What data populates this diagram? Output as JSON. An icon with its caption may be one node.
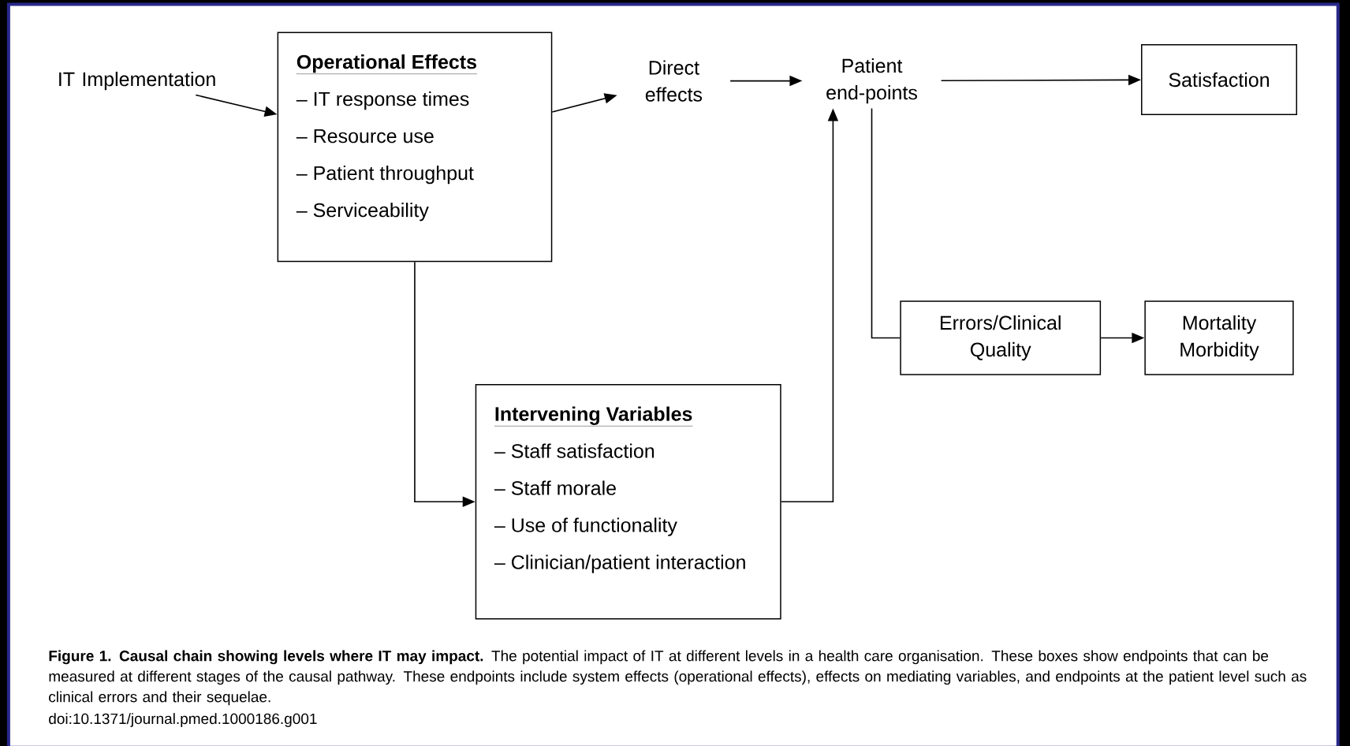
{
  "diagram": {
    "caption": "**Figure 1. Causal chain showing levels where IT may impact.** The potential impact of IT at different levels in a health care organisation. These boxes show endpoints that can be measured at different stages of the causal pathway. These endpoints include system effects (operational effects), effects on mediating variables, and endpoints at the patient level such as clinical errors and their sequelae.",
    "nodes": [
      {
        "text": [
          "IT Implementation"
        ]
      },
      {
        "text": [
          "Operational Effects",
          "– IT response times",
          "– Resource use",
          "– Patient throughput",
          "– Serviceability"
        ]
      },
      {
        "text": [
          "Direct effects"
        ]
      },
      {
        "text": [
          "Patient end-points"
        ]
      },
      {
        "text": [
          "Satisfaction"
        ]
      },
      {
        "text": [
          "Intervening Variables",
          "– Staff satisfaction",
          "– Staff morale",
          "– Use of functionality",
          "– Clinician/patient interaction"
        ]
      },
      {
        "text": [
          "Errors/Clinical Quality"
        ]
      },
      {
        "text": [
          "Mortality Morbidity"
        ]
      }
    ],
    "edges": [
      {
        "from": 0,
        "to": 1,
        "arrow": "to"
      },
      {
        "from": 1,
        "to": 2,
        "arrow": "to"
      },
      {
        "from": 2,
        "to": 3,
        "arrow": "to"
      },
      {
        "from": 3,
        "to": 4,
        "arrow": "to"
      },
      {
        "from": 1,
        "to": 5,
        "arrow": "to"
      },
      {
        "from": 5,
        "to": 3,
        "arrow": "to"
      },
      {
        "from": 3,
        "to": 6,
        "arrow": "none"
      },
      {
        "from": 6,
        "to": 7,
        "arrow": "to"
      }
    ],
    "labels": [
      "doi:10.1371/journal.pmed.1000186.g001"
    ]
  }
}
